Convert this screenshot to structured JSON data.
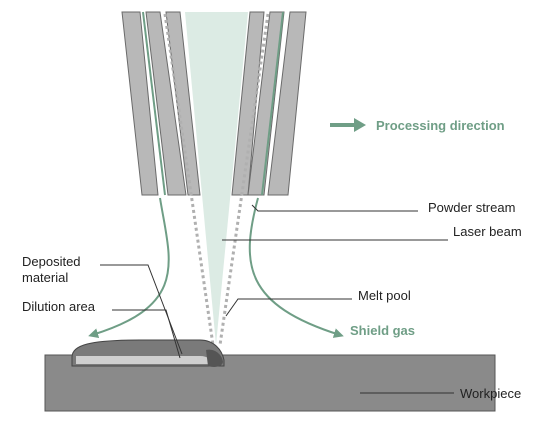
{
  "colors": {
    "accent_green": "#6f9e86",
    "nozzle_fill": "#b8b8b8",
    "nozzle_dark": "#6a6a6a",
    "beam_fill": "#dcebe4",
    "workpiece_fill": "#8a8a8a",
    "deposit_fill": "#7a7a7a",
    "dilution_fill": "#cfcfcf",
    "powder_dots": "#b0b0b0"
  },
  "labels": {
    "processing_direction": "Processing direction",
    "powder_stream": "Powder stream",
    "laser_beam": "Laser beam",
    "melt_pool": "Melt pool",
    "shield_gas": "Shield gas",
    "deposited_material_line1": "Deposited",
    "deposited_material_line2": "material",
    "dilution_area": "Dilution area",
    "workpiece": "Workpiece"
  },
  "icons": {
    "direction_arrow": "right-arrow-icon",
    "shield_gas_arrows": "curved-arrow-icon"
  }
}
